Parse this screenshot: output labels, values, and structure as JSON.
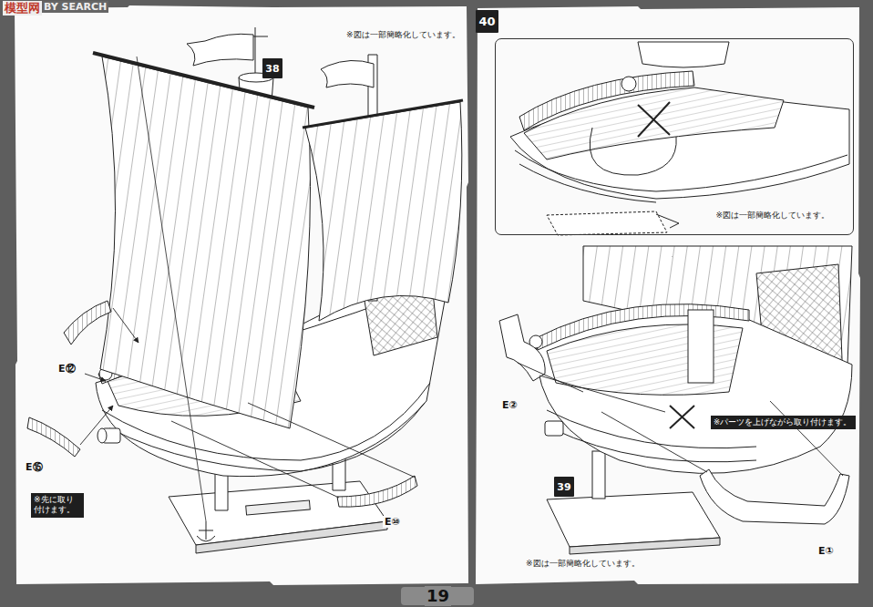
{
  "diagram": {
    "nodes": [
      {
        "text": [
          "38"
        ]
      },
      {
        "text": [
          "※先に取り付けます。"
        ]
      },
      {
        "text": [
          "40"
        ]
      },
      {
        "text": [
          "※図は一部簡略化しています。"
        ]
      },
      {
        "text": [
          "※パーツを上げながら取り付けます。"
        ]
      },
      {
        "text": [
          "39"
        ]
      }
    ],
    "labels": [
      "模型网",
      "BY SEARCH",
      "※図は一部簡略化しています。",
      "E⑫",
      "E⑮",
      "E⑩",
      "E②",
      "※図は一部簡略化しています。",
      "E①",
      "19"
    ]
  }
}
